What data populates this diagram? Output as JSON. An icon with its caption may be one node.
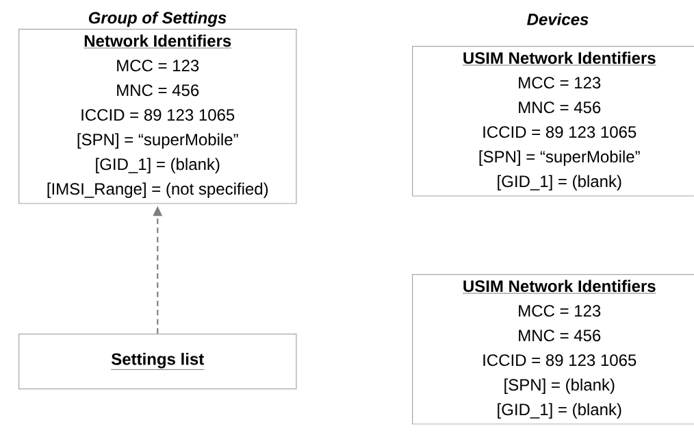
{
  "diagram": {
    "nodes": [
      {
        "text": [
          "Network Identifiers",
          "MCC = 123",
          "MNC = 456",
          "ICCID = 89 123 1065",
          "[SPN] = “superMobile”",
          "[GID_1] = (blank)",
          "[IMSI_Range] = (not specified)"
        ]
      },
      {
        "text": [
          "Settings list"
        ]
      },
      {
        "text": [
          "USIM Network Identifiers",
          "MCC = 123",
          "MNC = 456",
          "ICCID = 89 123 1065",
          "[SPN] = “superMobile”",
          "[GID_1] = (blank)"
        ]
      },
      {
        "text": [
          "USIM Network Identifiers",
          "MCC = 123",
          "MNC = 456",
          "ICCID = 89 123 1065",
          "[SPN] = (blank)",
          "[GID_1] = (blank)"
        ]
      }
    ],
    "edges": [
      {
        "from": 1,
        "to": 0,
        "arrow": "to",
        "style": "dashed",
        "color": "#7f7f7f"
      }
    ],
    "labels": [
      "Group of Settings",
      "Devices"
    ]
  }
}
